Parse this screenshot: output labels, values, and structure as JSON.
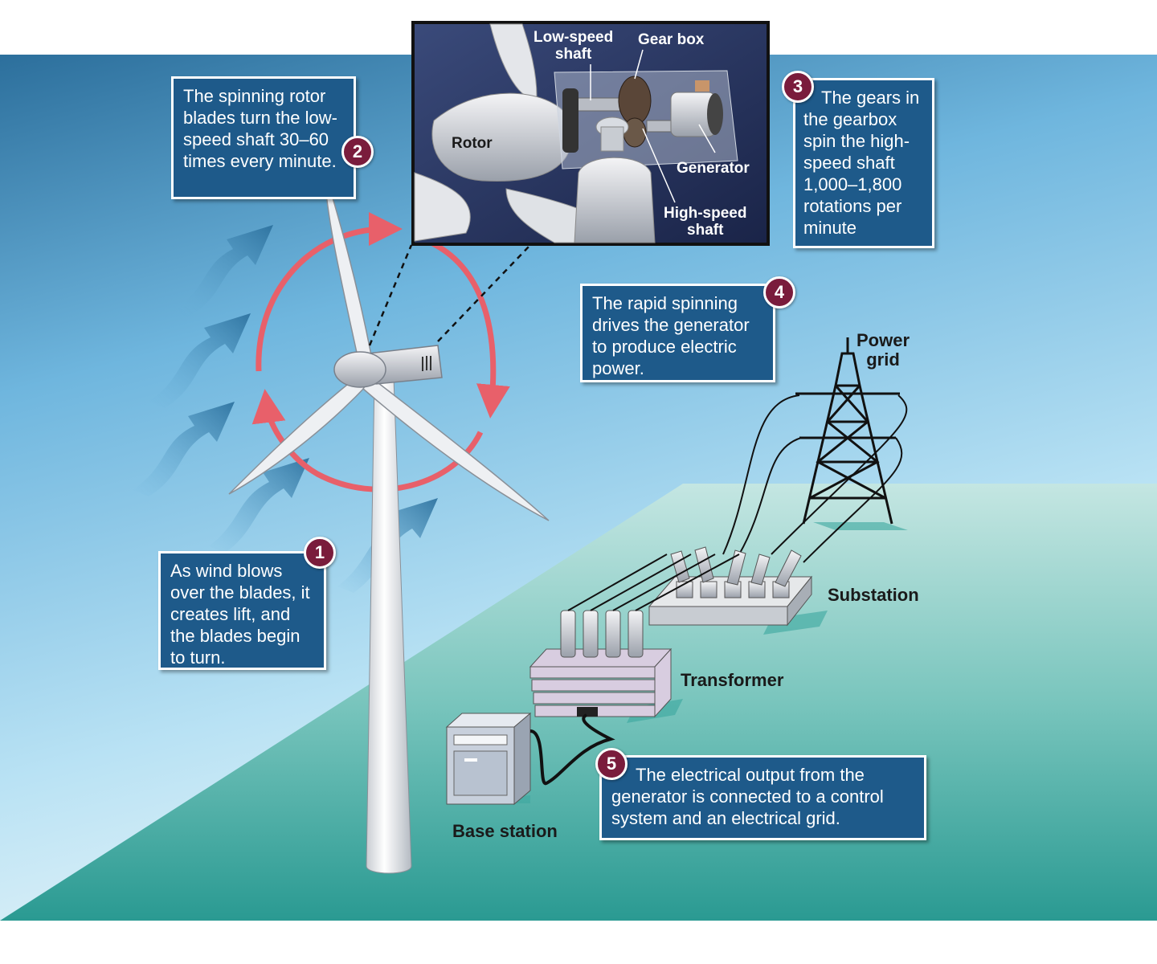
{
  "colors": {
    "callout_fill": "#1e5a8a",
    "badge_fill": "#7a1c3c",
    "rotation_arrow": "#e8606a",
    "sky_top": "#2f7aa8",
    "ground": "#2f9e98"
  },
  "steps": [
    {
      "number": "1",
      "text": "As wind blows over the blades, it creates lift, and the blades begin to turn."
    },
    {
      "number": "2",
      "text": "The spinning rotor blades turn the low-speed shaft 30–60 times every minute."
    },
    {
      "number": "3",
      "text": "The gears in the gearbox spin the high-speed shaft 1,000–1,800 rotations per minute"
    },
    {
      "number": "4",
      "text": "The rapid spinning drives the generator to produce electric power."
    },
    {
      "number": "5",
      "text": "The electrical output from the generator is connected to a control system and an electrical grid."
    }
  ],
  "inset_labels": {
    "low_speed_shaft": "Low-speed\nshaft",
    "gear_box": "Gear box",
    "rotor": "Rotor",
    "generator": "Generator",
    "high_speed_shaft": "High-speed\nshaft"
  },
  "ground_labels": {
    "power_grid": "Power\ngrid",
    "substation": "Substation",
    "transformer": "Transformer",
    "base_station": "Base station"
  }
}
